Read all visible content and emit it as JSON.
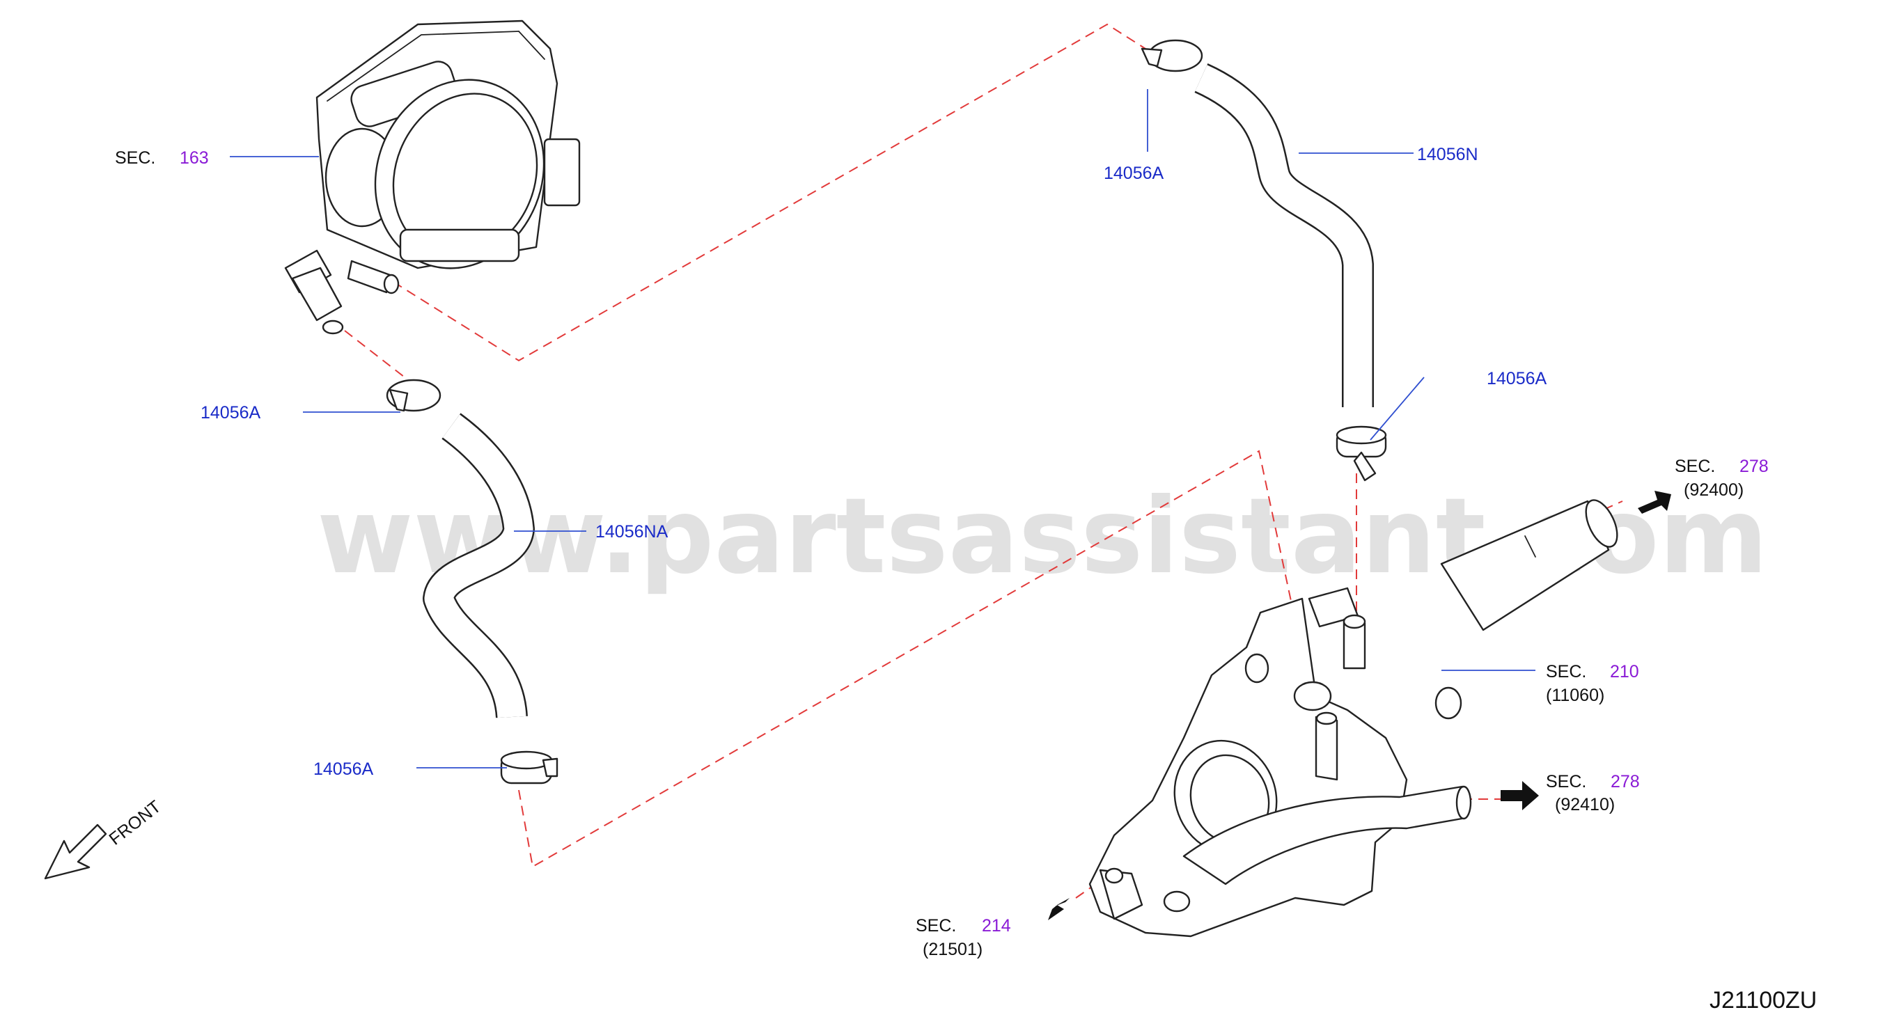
{
  "diagram": {
    "watermark": "www.partsassistant.com",
    "diagram_code": "J21100ZU",
    "front_label": "FRONT",
    "sec_prefix": "SEC.",
    "part_labels": {
      "clamp_top": "14056A",
      "hose_upper": "14056N",
      "clamp_right": "14056A",
      "clamp_left": "14056A",
      "hose_lower": "14056NA",
      "clamp_bottom": "14056A"
    },
    "sections": {
      "throttle_body": {
        "number": "163"
      },
      "water_outlet": {
        "number": "210",
        "part": "(11060)"
      },
      "heater_upper": {
        "number": "278",
        "part": "(92400)"
      },
      "heater_lower": {
        "number": "278",
        "part": "(92410)"
      },
      "radiator_hose": {
        "number": "214",
        "part": "(21501)"
      }
    }
  }
}
